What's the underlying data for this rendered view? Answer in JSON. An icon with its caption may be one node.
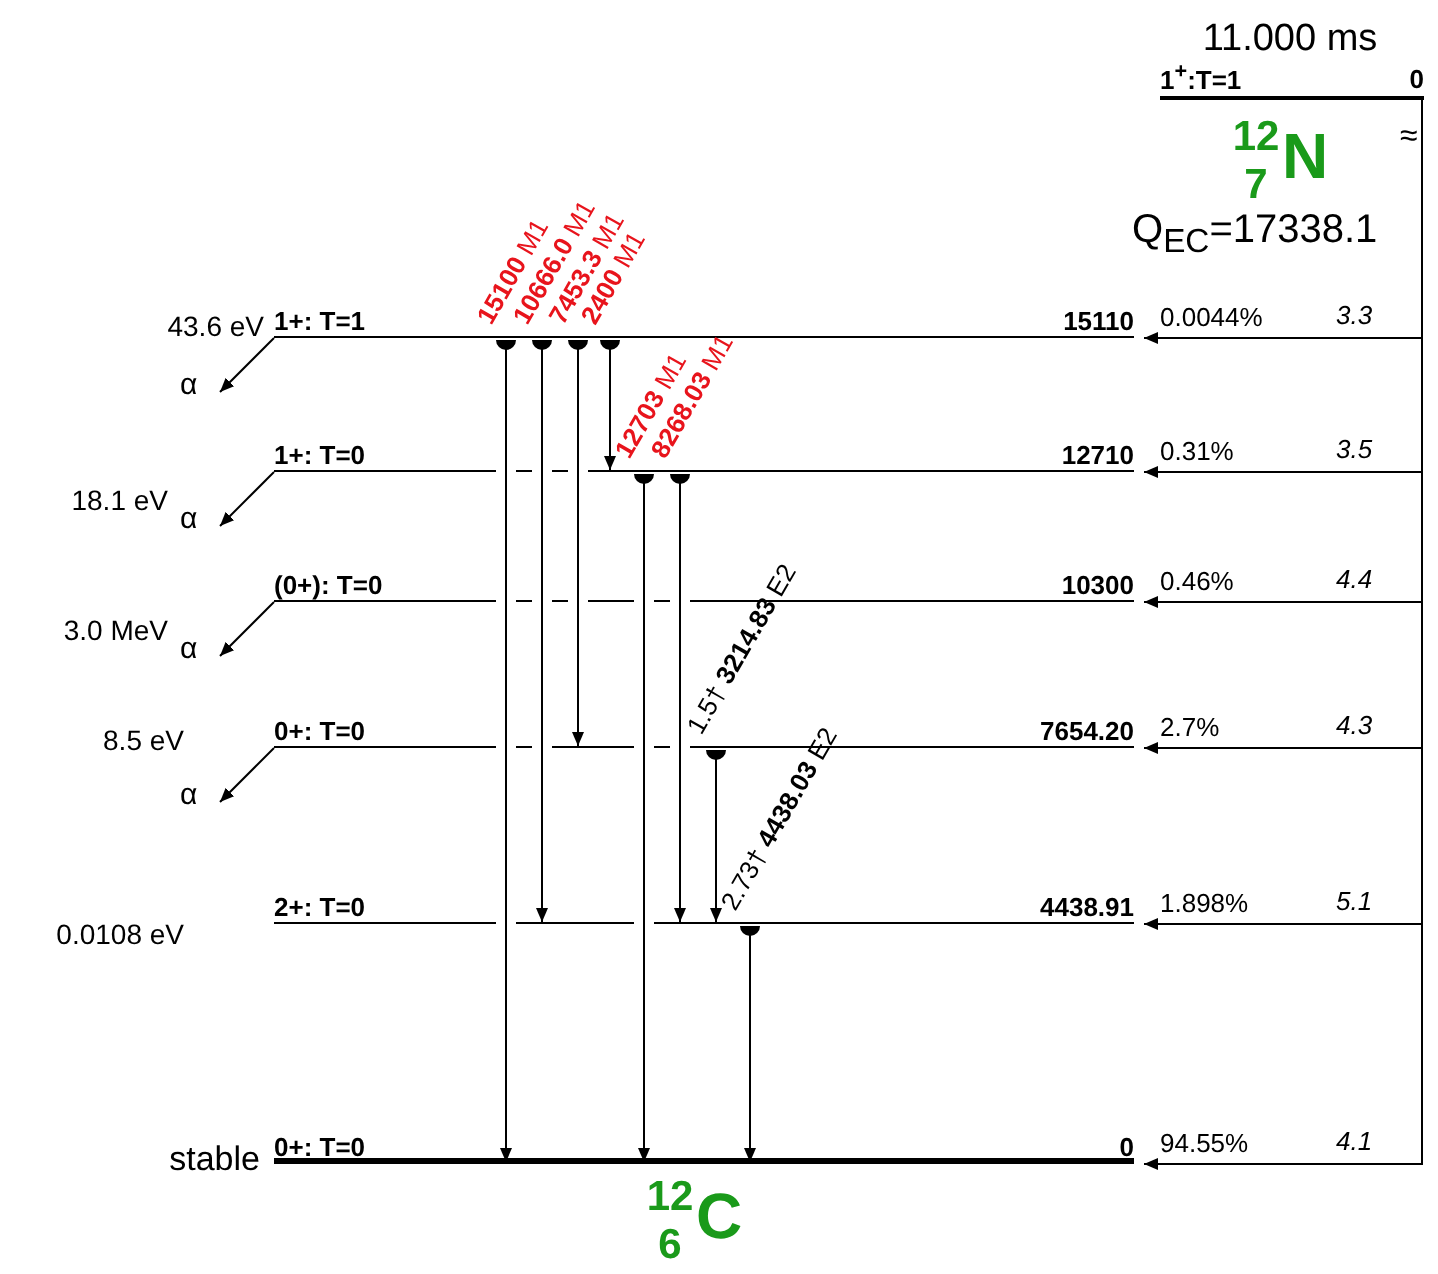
{
  "diagram": {
    "nodes": [
      {
        "text": [
          "1$^{+}$:T=1",
          "0"
        ],
        "beside": [
          "11.000 ms"
        ]
      },
      {
        "text": [
          "1+: T=1",
          "15110"
        ],
        "beside": [
          "43.6 eV"
        ]
      },
      {
        "text": [
          "1+: T=0",
          "12710"
        ],
        "beside": [
          "18.1 eV"
        ]
      },
      {
        "text": [
          "(0+): T=0",
          "10300"
        ],
        "beside": [
          "3.0 MeV"
        ]
      },
      {
        "text": [
          "0+: T=0",
          "7654.20"
        ],
        "beside": [
          "8.5 eV"
        ]
      },
      {
        "text": [
          "2+: T=0",
          "4438.91"
        ],
        "beside": [
          "0.0108 eV"
        ]
      },
      {
        "text": [
          "0+: T=0",
          "0"
        ],
        "beside": [
          "stable"
        ]
      }
    ],
    "edges": [
      {
        "from": 0,
        "to": 1,
        "arrow": "to",
        "label": "0.0044%"
      },
      {
        "from": 0,
        "to": 2,
        "arrow": "to",
        "label": "0.31%"
      },
      {
        "from": 0,
        "to": 3,
        "arrow": "to",
        "label": "0.46%"
      },
      {
        "from": 0,
        "to": 4,
        "arrow": "to",
        "label": "2.7%"
      },
      {
        "from": 0,
        "to": 5,
        "arrow": "to",
        "label": "1.898%"
      },
      {
        "from": 0,
        "to": 6,
        "arrow": "to",
        "label": "94.55%"
      },
      {
        "from": 1,
        "to": 6,
        "arrow": "to",
        "label": "**15100** M1"
      },
      {
        "from": 1,
        "to": 5,
        "arrow": "to",
        "label": "**10666.0** M1"
      },
      {
        "from": 1,
        "to": 4,
        "arrow": "to",
        "label": "**7453.3** M1"
      },
      {
        "from": 1,
        "to": 2,
        "arrow": "to",
        "label": "**2400** M1"
      },
      {
        "from": 2,
        "to": 6,
        "arrow": "to",
        "label": "**12703** M1"
      },
      {
        "from": 2,
        "to": 5,
        "arrow": "to",
        "label": "**8268.03** M1"
      },
      {
        "from": 4,
        "to": 5,
        "arrow": "to",
        "label": "1.5† **3214.83** E2"
      },
      {
        "from": 5,
        "to": 6,
        "arrow": "to",
        "label": "2.73† **4438.03** E2"
      },
      {
        "from": 1,
        "to": null,
        "arrow": "to",
        "label": "α"
      },
      {
        "from": 2,
        "to": null,
        "arrow": "to",
        "label": "α"
      },
      {
        "from": 3,
        "to": null,
        "arrow": "to",
        "label": "α"
      },
      {
        "from": 4,
        "to": null,
        "arrow": "to",
        "label": "α"
      }
    ],
    "labels": [
      "$^{12}$$_{7}$N",
      "Q$_{EC}$=17338.1",
      "≈",
      "3.3",
      "3.5",
      "4.4",
      "4.3",
      "5.1",
      "4.1",
      "$^{12}$$_{6}$C"
    ]
  }
}
